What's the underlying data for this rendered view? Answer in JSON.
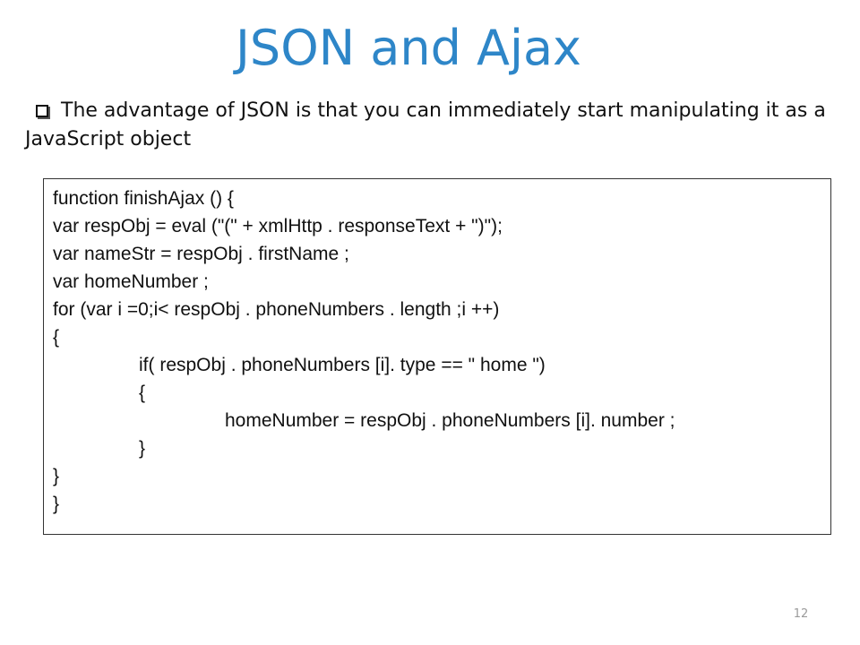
{
  "slide": {
    "title": "JSON and Ajax",
    "bullet_text": "The advantage of JSON is that you can immediately start manipulating it as a JavaScript object",
    "page_number": "12"
  },
  "code": {
    "lines": [
      "function finishAjax () {",
      "var respObj = eval (\"(\" + xmlHttp . responseText + \")\");",
      "var nameStr = respObj . firstName ;",
      "var homeNumber ;",
      "for (var i =0;i< respObj . phoneNumbers . length ;i ++)",
      "{",
      "if( respObj . phoneNumbers [i]. type == \" home \")",
      "{",
      "homeNumber = respObj . phoneNumbers [i]. number ;",
      "}",
      "}",
      "}"
    ]
  }
}
